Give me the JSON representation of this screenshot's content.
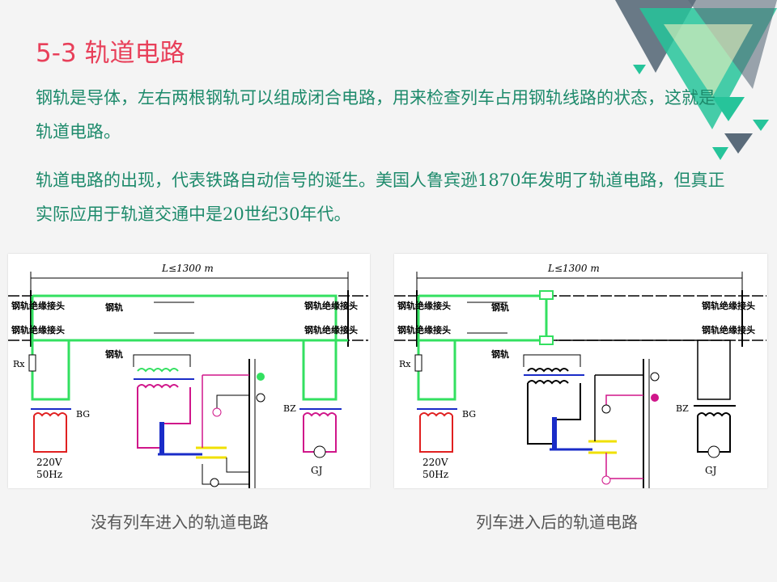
{
  "slide": {
    "title": "5-3 轨道电路",
    "paragraphs": [
      "钢轨是导体，左右两根钢轨可以组成闭合电路，用来检查列车占用钢轨线路的状态，这就是轨道电路。",
      "轨道电路的出现，代表铁路自动信号的诞生。美国人鲁宾逊1870年发明了轨道电路，但真正实际应用于轨道交通中是20世纪30年代。"
    ]
  },
  "diagrams": {
    "left": {
      "caption": "没有列车进入的轨道电路",
      "length_label": "L≤1300 m",
      "rail_labels": [
        "钢轨",
        "钢轨"
      ],
      "joint_labels": [
        "钢轨绝缘接头",
        "钢轨绝缘接头",
        "钢轨绝缘接头",
        "钢轨绝缘接头"
      ],
      "source_label": "Rx",
      "bg_label": "BG",
      "bz_label": "BZ",
      "gj_label": "GJ",
      "voltage_label": "220V",
      "freq_label": "50Hz"
    },
    "right": {
      "caption": "列车进入后的轨道电路",
      "length_label": "L≤1300 m",
      "rail_labels": [
        "钢轨",
        "钢轨"
      ],
      "joint_labels": [
        "钢轨绝缘接头",
        "钢轨绝缘接头",
        "钢轨绝缘接头",
        "钢轨绝缘接头"
      ],
      "source_label": "Rx",
      "bg_label": "BG",
      "bz_label": "BZ",
      "gj_label": "GJ",
      "voltage_label": "220V",
      "freq_label": "50Hz"
    }
  },
  "colors": {
    "title": "#e8405a",
    "body_text": "#1d8a6b",
    "circuit_green": "#33e060",
    "relay_magenta": "#d0168a",
    "coil_blue": "#1a2cc8",
    "source_red": "#e02020",
    "contact_yellow": "#f0e000",
    "deco_teal": "#26c49a",
    "deco_gray": "#5a6b7a"
  }
}
